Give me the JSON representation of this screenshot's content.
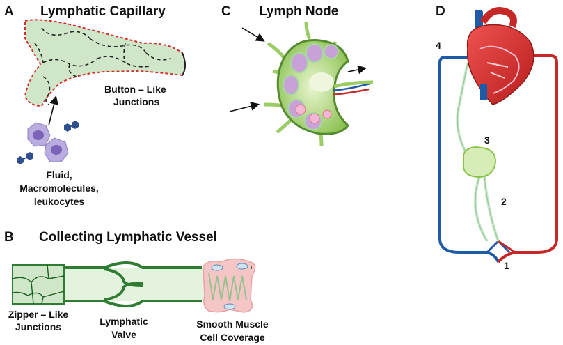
{
  "panels": {
    "a": {
      "letter": "A",
      "title": "Lymphatic Capillary",
      "junction_label": [
        "Button – Like",
        "Junctions"
      ],
      "input_label": [
        "Fluid,",
        "Macromolecules,",
        "leukocytes"
      ]
    },
    "b": {
      "letter": "B",
      "title": "Collecting Lymphatic Vessel",
      "zipper_label": [
        "Zipper – Like",
        "Junctions"
      ],
      "valve_label": [
        "Lymphatic",
        "Valve"
      ],
      "muscle_label": [
        "Smooth Muscle",
        "Cell Coverage"
      ]
    },
    "c": {
      "letter": "C",
      "title": "Lymph Node"
    },
    "d": {
      "letter": "D",
      "numbers": [
        "1",
        "2",
        "3",
        "4"
      ]
    }
  },
  "colors": {
    "lymph_fill": "#cfe7c8",
    "lymph_stroke": "#2e7d32",
    "capillary_border": "#d32f2f",
    "vein_blue": "#1f5aa6",
    "artery_red": "#c62828",
    "cell_purple": "#a89ad6",
    "molecule_blue": "#2f4f8f",
    "muscle_pink": "#f4c4c4"
  }
}
